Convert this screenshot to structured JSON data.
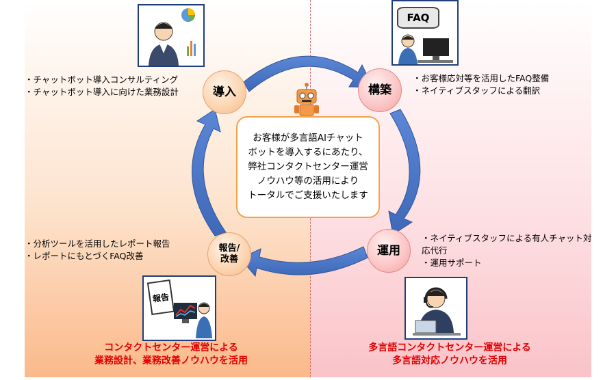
{
  "stages": {
    "intro": "導入",
    "build": "構築",
    "ops": "運用",
    "report": "報告/\n改善"
  },
  "bullets": {
    "intro": [
      "チャットボット導入コンサルティング",
      "チャットボット導入に向けた業務設計"
    ],
    "build": [
      "お客様応対等を活用したFAQ整備",
      "ネイティブスタッフによる翻訳"
    ],
    "ops": [
      "ネイティブスタッフによる有人チャット対応代行",
      "運用サポート"
    ],
    "report": [
      "分析ツールを活用したレポート報告",
      "レポートにもとづくFAQ改善"
    ]
  },
  "center_text": "お客様が多言語AIチャット\nボットを導入するにあたり、\n弊社コンタクトセンター運営\nノウハウ等の活用により\nトータルでご支援いたします",
  "picture_labels": {
    "faq": "FAQ",
    "report": "報告"
  },
  "captions": {
    "left_line1": "コンタクトセンター運営による",
    "left_line2": "業務設計、業務改善ノウハウを活用",
    "right_line1": "多言語コンタクトセンター運営による",
    "right_line2": "多言語対応ノウハウを活用"
  },
  "colors": {
    "arrow": "#4472c4",
    "arrow_edge": "#2f5597",
    "caption_red": "#e00000",
    "center_border": "#f5a24b"
  }
}
